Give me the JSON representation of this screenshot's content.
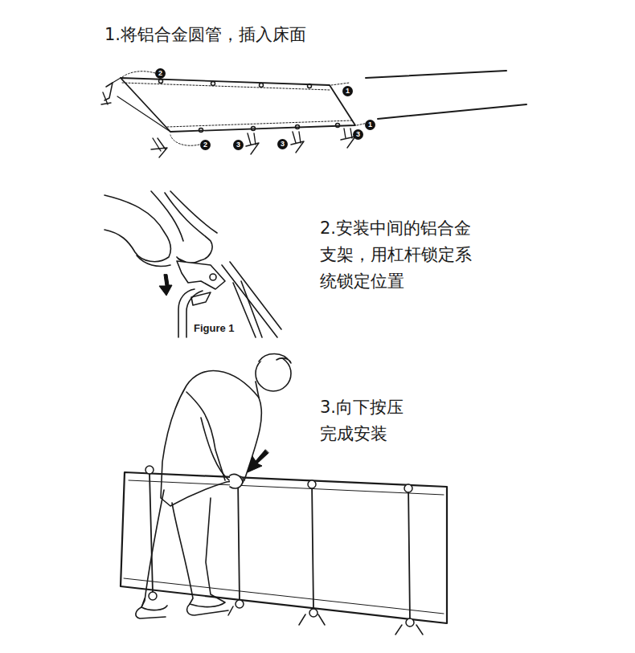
{
  "diagram": {
    "labels": [
      "1.将铝合金圆管，插入床面",
      "2",
      "1",
      "1",
      "2",
      "3",
      "3",
      "3",
      "Figure 1",
      "2.安装中间的铝合金 支架，用杠杆锁定系 统锁定位置",
      "3.向下按压 完成安装"
    ]
  }
}
